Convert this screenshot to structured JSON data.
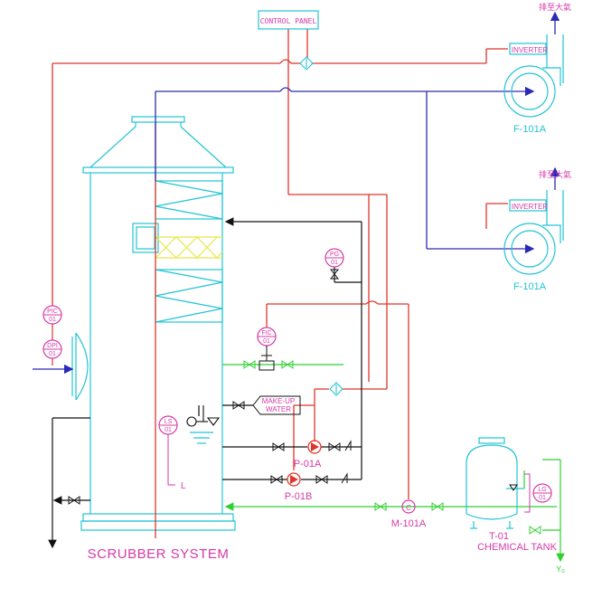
{
  "colors": {
    "cyan": "#22c4d4",
    "red": "#e0352b",
    "blue": "#2a2ab8",
    "black": "#111111",
    "green": "#2fd12f",
    "magenta": "#d63aa8",
    "yellow": "#e8e84a"
  },
  "labels": {
    "control_panel": "CONTROL PANEL",
    "inverter_top": "INVERTER",
    "inverter_bottom": "INVERTER",
    "exhaust_top": "排至大氣",
    "exhaust_bottom": "排至大氣",
    "fan_top": "F-101A",
    "fan_bottom": "F-101A",
    "pic_top": "PIC",
    "pic_bottom": "01",
    "dpi_top": "DPI",
    "dpi_bottom": "01",
    "pg_top": "PG",
    "pg_bottom": "01",
    "fic_top": "FIC",
    "fic_bottom": "01",
    "ls_top": "LS",
    "ls_bottom": "01",
    "lg_top": "LG",
    "lg_bottom": "01",
    "makeup_line1": "MAKE-UP",
    "makeup_line2": "WATER",
    "pump_a": "P-01A",
    "pump_b": "P-01B",
    "mixer": "M-101A",
    "tank_id": "T-01",
    "tank_name": "CHEMICAL TANK",
    "level_l": "L",
    "y0": "Y₀",
    "system_title": "SCRUBBER SYSTEM"
  }
}
